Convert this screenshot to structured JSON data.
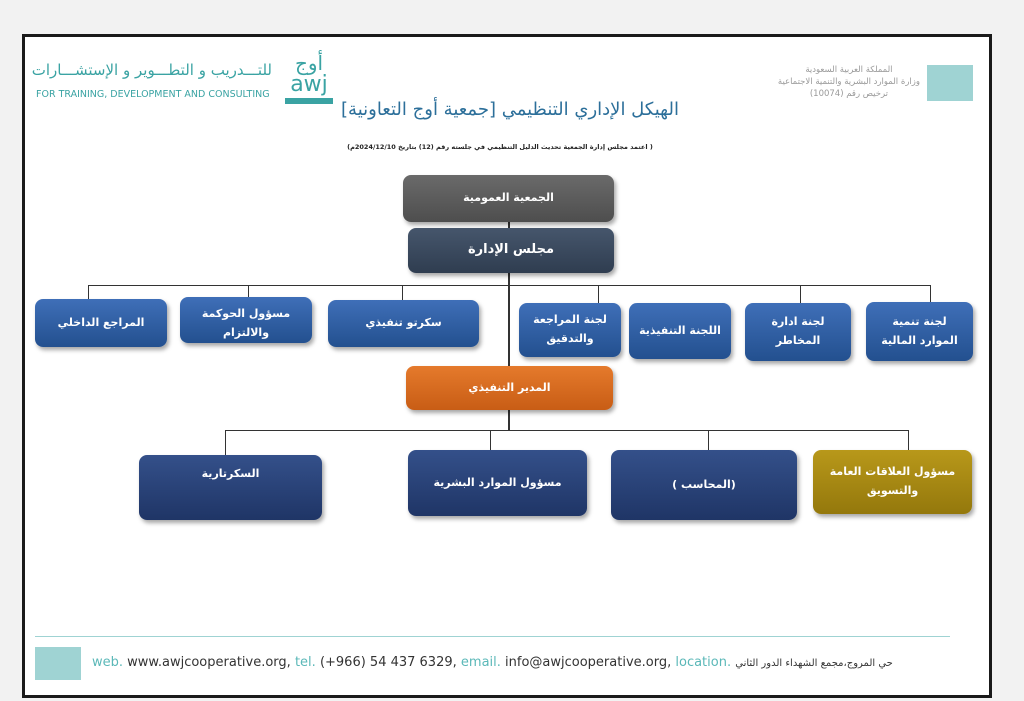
{
  "header": {
    "logo_ar": "أوج",
    "logo_en": "awj",
    "tagline_ar": "للتـــدريب و التطـــوير و الإستشـــارات",
    "tagline_en": "FOR TRAINING, DEVELOPMENT AND CONSULTING",
    "ministry_lines": [
      "المملكة العربية السعودية",
      "وزارة الموارد البشرية والتنمية الاجتماعية",
      "ترخيص رقم (10074)"
    ],
    "title": "الهيكل الإداري التنظيمي [جمعية أوج التعاونية]",
    "subtitle": "( اعتمد مجلس إدارة الجمعية تحديث الدليل التنظيمي في جلسته رقم (12) بتاريخ 2024/12/10م)"
  },
  "chart": {
    "general_assembly": "الجمعية العمومية",
    "board": "مجلس الإدارة",
    "board_units": [
      "المراجع الداخلي",
      "مسؤول الحوكمة والالتزام",
      "سكرتو تنفيذي",
      "لجنة المراجعة والتدقيق",
      "اللجنة التنفيذية",
      "لجنة ادارة المخاطر",
      "لجنة تنمية الموارد المالية"
    ],
    "executive_director": "المدير التنفيذي",
    "exec_units": [
      "السكرتارية",
      "مسؤول الموارد البشرية",
      "(المحاسب )",
      "مسؤول العلاقات العامة والتسويق"
    ]
  },
  "footer": {
    "web_label": "web.",
    "web": "www.awjcooperative.org,",
    "tel_label": "tel.",
    "tel": "(+966) 54 437 6329,",
    "email_label": "email.",
    "email": "info@awjcooperative.org,",
    "location_label": "location.",
    "location": "حي المروج،مجمع الشهداء الدور الثاني"
  },
  "colors": {
    "teal": "#9fd3d3",
    "gray": "#5a5a5a",
    "slate": "#3a4a5e",
    "orange": "#d86a1f",
    "gold": "#a88a12",
    "blue": "#2f5fa3"
  }
}
